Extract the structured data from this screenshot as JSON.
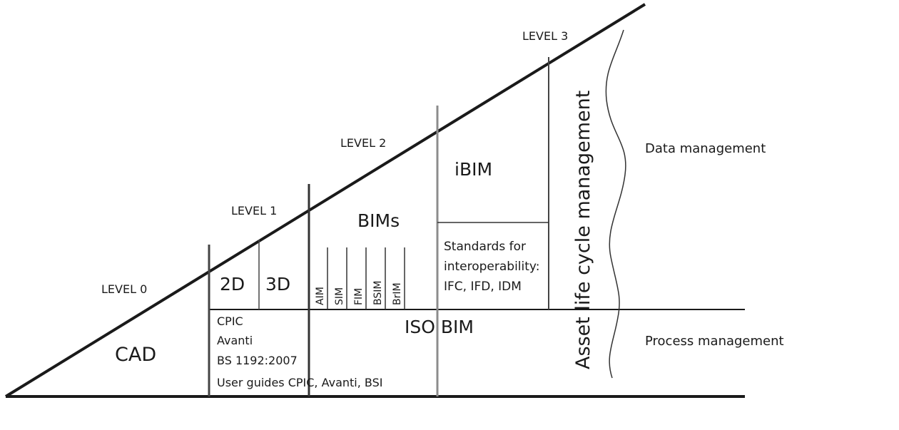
{
  "levels": {
    "level0": "LEVEL 0",
    "level1": "LEVEL 1",
    "level2": "LEVEL 2",
    "level3": "LEVEL 3"
  },
  "cells": {
    "cad": "CAD",
    "two_d": "2D",
    "three_d": "3D",
    "bims": "BIMs",
    "ibim": "iBIM",
    "iso_bim": "ISO BIM"
  },
  "bim_types": [
    "AIM",
    "SIM",
    "FIM",
    "BSIM",
    "BrIM"
  ],
  "standards_text": [
    "Standards for",
    "interoperability:",
    "IFC, IFD, IDM"
  ],
  "level1_process_text": [
    "CPIC",
    "Avanti",
    "BS 1192:2007",
    "User guides CPIC, Avanti, BSI"
  ],
  "vertical_label": "Asset life cycle management",
  "side_labels": {
    "data": "Data management",
    "process": "Process management"
  },
  "colors": {
    "line": "#1a1a1a",
    "level2_divider": "#8c8c8c",
    "text": "#1a1a1a",
    "background": "#ffffff"
  }
}
